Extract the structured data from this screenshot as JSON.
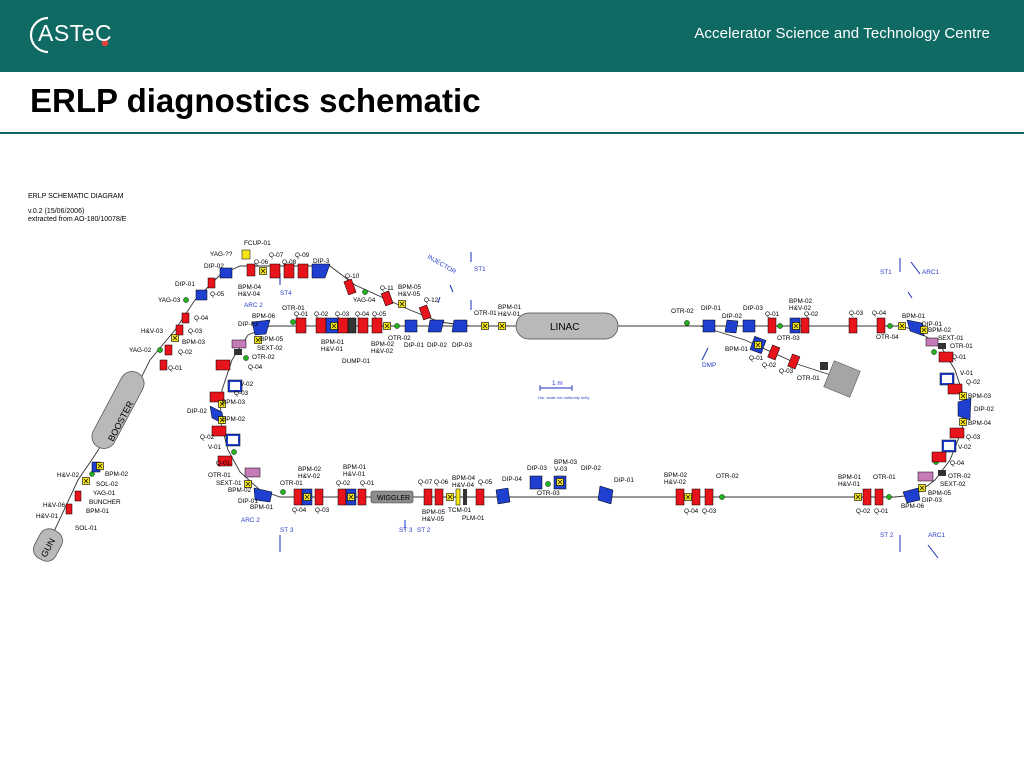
{
  "header": {
    "logo_text": "ASTeC",
    "organization": "Accelerator Science and Technology Centre"
  },
  "title": "ERLP diagnostics schematic",
  "meta": {
    "diagram_name": "ERLP SCHEMATIC DIAGRAM",
    "version": "v.0.2 (15/06/2006)",
    "source": "extracted from AO-180/10078/E"
  },
  "components": {
    "gun": "GUN",
    "booster": "BOOSTER",
    "linac": "LINAC",
    "wiggler": "WIGGLER"
  },
  "scale": {
    "label": "1 m",
    "note": "Hor. scale not uniformly unity"
  },
  "colors": {
    "header_bg": "#0f6a63",
    "quadrupole": "#e8141c",
    "dipole": "#1e3fd0",
    "sextupole": "#c77ab8",
    "bpm": "#f5e61a",
    "screen": "#22b022",
    "section_label": "#2a3cc8"
  },
  "section_labels": {
    "arc2_top": "ARC 2",
    "st4": "ST4",
    "injector": "INJECTOR",
    "st1_mid": "ST1",
    "st1_right": "ST1",
    "arc1_top": "ARC1",
    "dmp": "DMP",
    "arc2_bottom": "ARC 2",
    "st3_left": "ST 3",
    "st3_mid": "ST 3",
    "st2_mid": "ST 2",
    "st2_right": "ST 2",
    "arc1_bottom": "ARC1"
  },
  "labels": {
    "gun_hv01": "H&V-01",
    "gun_hv06": "H&V-06",
    "gun_sol01": "SOL-01",
    "gun_bpm01": "BPM-01",
    "gun_buncher": "BUNCHER",
    "gun_yag01": "YAG-01",
    "gun_sol02": "SOL-02",
    "gun_bpm02": "BPM-02",
    "gun_hv02": "H&V-02",
    "inj_q01": "Q-01",
    "inj_yag02": "YAG-02",
    "inj_q02": "Q-02",
    "inj_bpm03": "BPM-03",
    "inj_hv03": "H&V-03",
    "inj_q03": "Q-03",
    "inj_q04": "Q-04",
    "inj_yag03": "YAG-03",
    "inj_q05": "Q-05",
    "inj_dip01": "DIP-01",
    "inj_dip02": "DIP-02",
    "inj_yag": "YAG-??",
    "inj_fcup": "FCUP-01",
    "inj_q06": "Q-06",
    "inj_q07": "Q-07",
    "inj_q08": "Q-08",
    "inj_q09": "Q-09",
    "inj_dip3": "DIP-3",
    "inj_bpm04": "BPM-04",
    "inj_hv04": "H&V-04",
    "inj_q10": "Q-10",
    "inj_yag04": "YAG-04",
    "inj_q11": "Q-11",
    "inj_bpm05": "BPM-05",
    "inj_hv05": "H&V-05",
    "inj_q12": "Q-12",
    "st4_otr01": "OTR-01",
    "st4_q01": "Q-01",
    "st4_q02": "Q-02",
    "st4_q03": "Q-03",
    "st4_q04": "Q-04",
    "st4_q05": "Q-05",
    "st4_bpm01": "BPM-01",
    "st4_hv01": "H&V-01",
    "st4_bpm02": "BPM-02",
    "st4_hv02": "H&V-02",
    "st4_otr02": "OTR-02",
    "st4_dump": "DUMP-01",
    "st4_dip01": "DIP-01",
    "st4_dip02": "DIP-02",
    "st4_dip03": "DIP-03",
    "st1_otr01": "OTR-01",
    "st1_bpm01": "BPM-01",
    "st1_hv01": "H&V-01",
    "arc2t_bpm06": "BPM-06",
    "arc2t_dip03": "DIP-03",
    "arc2t_bpm05": "BPM-05",
    "arc2t_sext02": "SEXT-02",
    "arc2t_otr02": "OTR-02",
    "arc2t_q04": "Q-04",
    "arc2t_v02": "V-02",
    "arc2t_q03": "Q-03",
    "arc2t_bpm03": "BPM-03",
    "arc2t_dip02": "DIP-02",
    "arc2t_bpm02": "BPM-02",
    "arc2t_q02": "Q-02",
    "arc2t_v01": "V-01",
    "arc2t_q01": "Q-01",
    "arc2t_otr01": "OTR-01",
    "arc2t_sext01": "SEXT-01",
    "arc2t_bpm02b": "BPM-02",
    "arc2t_dip01": "DIP-01",
    "arc2t_bpm01": "BPM-01",
    "st3_otr01": "OTR-01",
    "st3_q04": "Q-04",
    "st3_q03": "Q-03",
    "st3_bpm02": "BPM-02",
    "st3_hv02": "H&V-02",
    "st3_bpm01": "BPM-01",
    "st3_hv01": "H&V-01",
    "st3_q02": "Q-02",
    "st3_q01": "Q-01",
    "st2_q07": "Q-07",
    "st2_q06": "Q-06",
    "st2_bpm04": "BPM-04",
    "st2_hv04": "H&V-04",
    "st2_q05": "Q-05",
    "st2_bpm05": "BPM-05",
    "st2_hv05": "H&V-05",
    "st2_tcm01": "TCM-01",
    "st2_plm01": "PLM-01",
    "st2_dip04": "DIP-04",
    "st2_dip03": "DIP-03",
    "st2_bpm03": "BPM-03",
    "st2_v03": "V-03",
    "st2_otr03": "OTR-03",
    "st2_dip02": "DIP-02",
    "st2_dip01": "DIP-01",
    "st2_bpm02": "BPM-02",
    "st2_hv02": "H&V-02",
    "st2_otr02": "OTR-02",
    "st2_q04": "Q-04",
    "st2_q03": "Q-03",
    "st2_bpm01": "BPM-01",
    "st2_hv01": "H&V-01",
    "st2_otr01": "OTR-01",
    "st2_q02": "Q-02",
    "st2_q01": "Q-01",
    "dmp_otr02": "OTR-02",
    "dmp_dip01": "DIP-01",
    "dmp_dip02": "DIP-02",
    "dmp_dip03": "DIP-03",
    "dmp_q01": "Q-01",
    "dmp_bpm02": "BPM-02",
    "dmp_hv02": "H&V-02",
    "dmp_q02": "Q-02",
    "dmp_otr03": "OTR-03",
    "dmp_bpm01": "BPM-01",
    "dmp_q01b": "Q-01",
    "dmp_q02b": "Q-02",
    "dmp_q03": "Q-03",
    "dmp_otr01": "OTR-01",
    "st1r_q03": "Q-03",
    "st1r_q04": "Q-04",
    "st1r_otr04": "OTR-04",
    "arc1_bpm01": "BPM-01",
    "arc1_dip01": "DIP-01",
    "arc1_bpm02": "BPM-02",
    "arc1_sext01": "SEXT-01",
    "arc1_otr01": "OTR-01",
    "arc1_q01": "Q-01",
    "arc1_v01": "V-01",
    "arc1_q02": "Q-02",
    "arc1_bpm03": "BPM-03",
    "arc1_dip02": "DIP-02",
    "arc1_bpm04": "BPM-04",
    "arc1_q03": "Q-03",
    "arc1_v02": "V-02",
    "arc1_q04": "Q-04",
    "arc1_otr02": "OTR-02",
    "arc1_sext02": "SEXT-02",
    "arc1_bpm05": "BPM-05",
    "arc1_dip03": "DIP-03",
    "arc1_bpm06": "BPM-06"
  }
}
